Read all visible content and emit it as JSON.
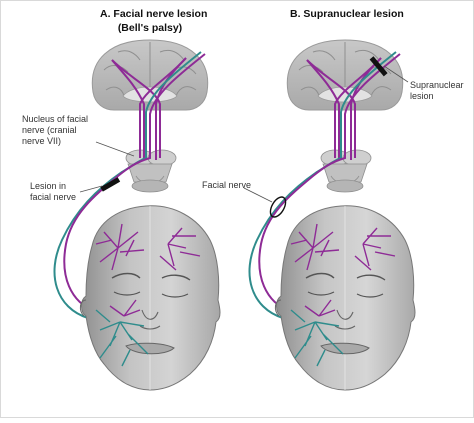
{
  "panel_a": {
    "title": "A. Facial nerve lesion",
    "subtitle": "(Bell's palsy)",
    "label_nucleus_1": "Nucleus of facial",
    "label_nucleus_2": "nerve (cranial",
    "label_nucleus_3": "nerve VII)",
    "label_lesion_1": "Lesion in",
    "label_lesion_2": "facial nerve"
  },
  "panel_b": {
    "title": "B. Supranuclear lesion",
    "label_supra_1": "Supranuclear",
    "label_supra_2": "lesion",
    "label_facial_nerve": "Facial nerve"
  },
  "colors": {
    "upper_motor_pathway": "#8e2b96",
    "lower_motor_pathway": "#2f8c8c",
    "brain_gray": "#b7b7b7",
    "skin_gray": "#c9c9c9",
    "lesion_marker": "#111111"
  }
}
